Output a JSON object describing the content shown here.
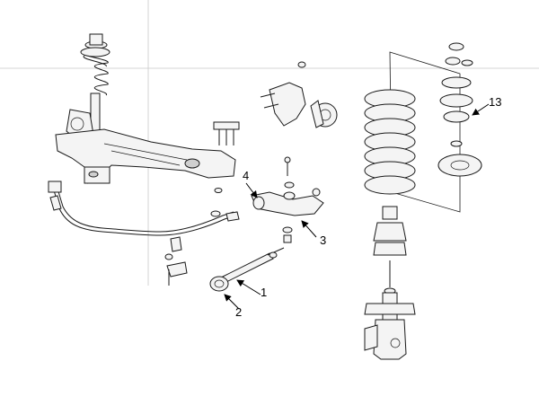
{
  "callouts": {
    "c1": "1",
    "c2": "2",
    "c3": "3",
    "c4": "4",
    "c13": "13"
  },
  "colors": {
    "line": "#1a1a1a",
    "fill": "#f4f4f4",
    "guide": "#c8c8c8"
  }
}
